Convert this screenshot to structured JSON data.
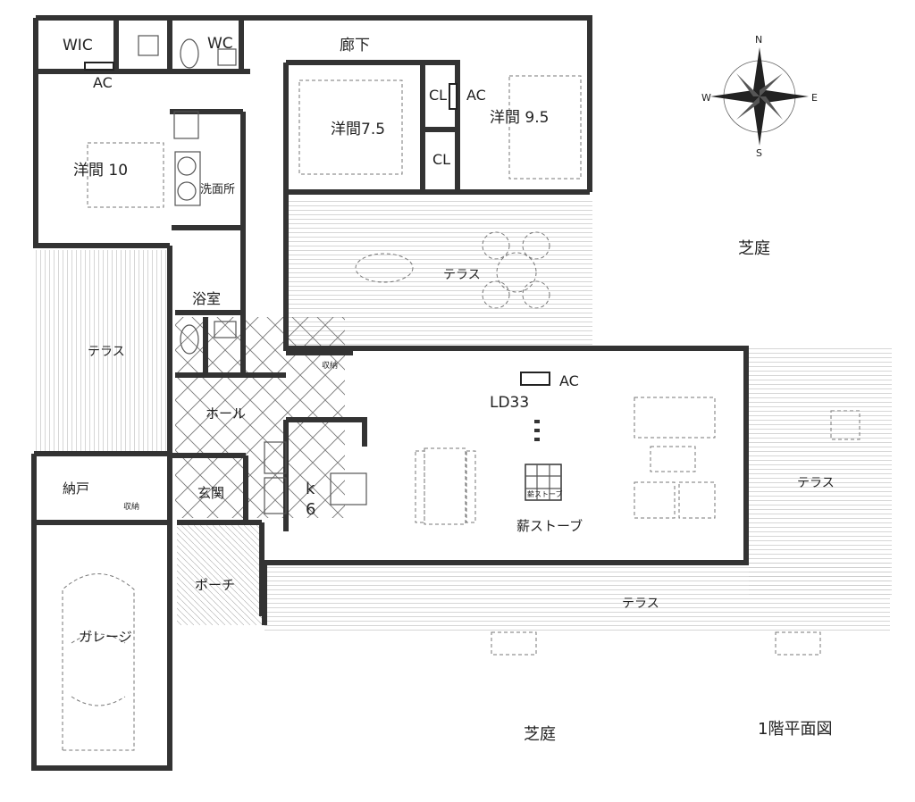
{
  "plan_title": "1階平面図",
  "rooms": {
    "wic": "WIC",
    "wc": "WC",
    "ac_west": "AC",
    "corridor": "廊下",
    "cl_upper": "CL",
    "cl_lower": "CL",
    "ac_north": "AC",
    "western_75": "洋間7.5",
    "western_95": "洋間 9.5",
    "western_10": "洋間 10",
    "washroom": "洗面所",
    "bath": "浴室",
    "terrace_north": "テラス",
    "terrace_west": "テラス",
    "hall": "ホール",
    "storage_hall": "収納",
    "ac_ld": "AC",
    "ld": "LD33",
    "nando": "納戸",
    "storage_nando": "収納",
    "entrance": "玄関",
    "kitchen_k": "k",
    "kitchen_size": "6",
    "stove": "薪ストーブ",
    "stove_small": "薪ストーブ",
    "terrace_east": "テラス",
    "porch": "ポーチ",
    "terrace_south": "テラス",
    "garage": "ガレージ"
  },
  "outside": {
    "lawn_east": "芝庭",
    "lawn_south": "芝庭"
  },
  "compass": {
    "n": "N",
    "e": "E",
    "s": "S",
    "w": "W"
  }
}
